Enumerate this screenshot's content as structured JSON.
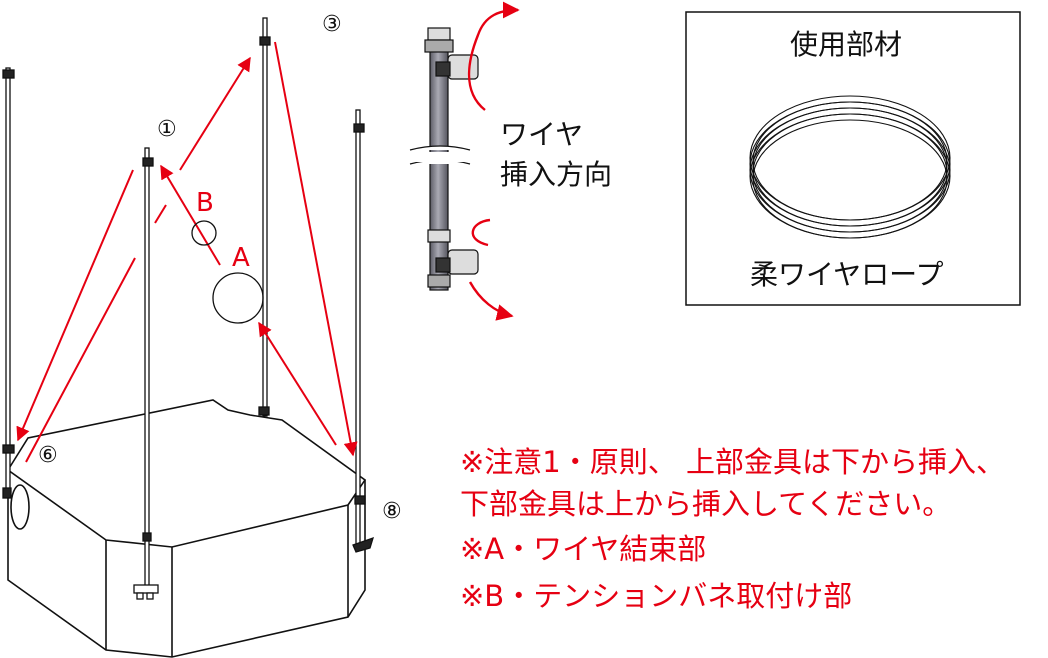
{
  "labels": {
    "pos1": "①",
    "pos3": "③",
    "pos6": "⑥",
    "pos8": "⑧",
    "point_a": "A",
    "point_b": "B"
  },
  "insert_direction": {
    "line1": "ワイヤ",
    "line2": "挿入方向"
  },
  "materials_box": {
    "title": "使用部材",
    "item": "柔ワイヤロープ"
  },
  "notes": [
    "※注意1・原則、 上部金具は下から挿入、",
    " 下部金具は上から挿入してください。",
    "※A・ワイヤ結束部",
    "※B・テンションバネ取付け部"
  ],
  "colors": {
    "accent_red": "#e60012",
    "line": "#111111",
    "pipe": "#8a8a94"
  }
}
